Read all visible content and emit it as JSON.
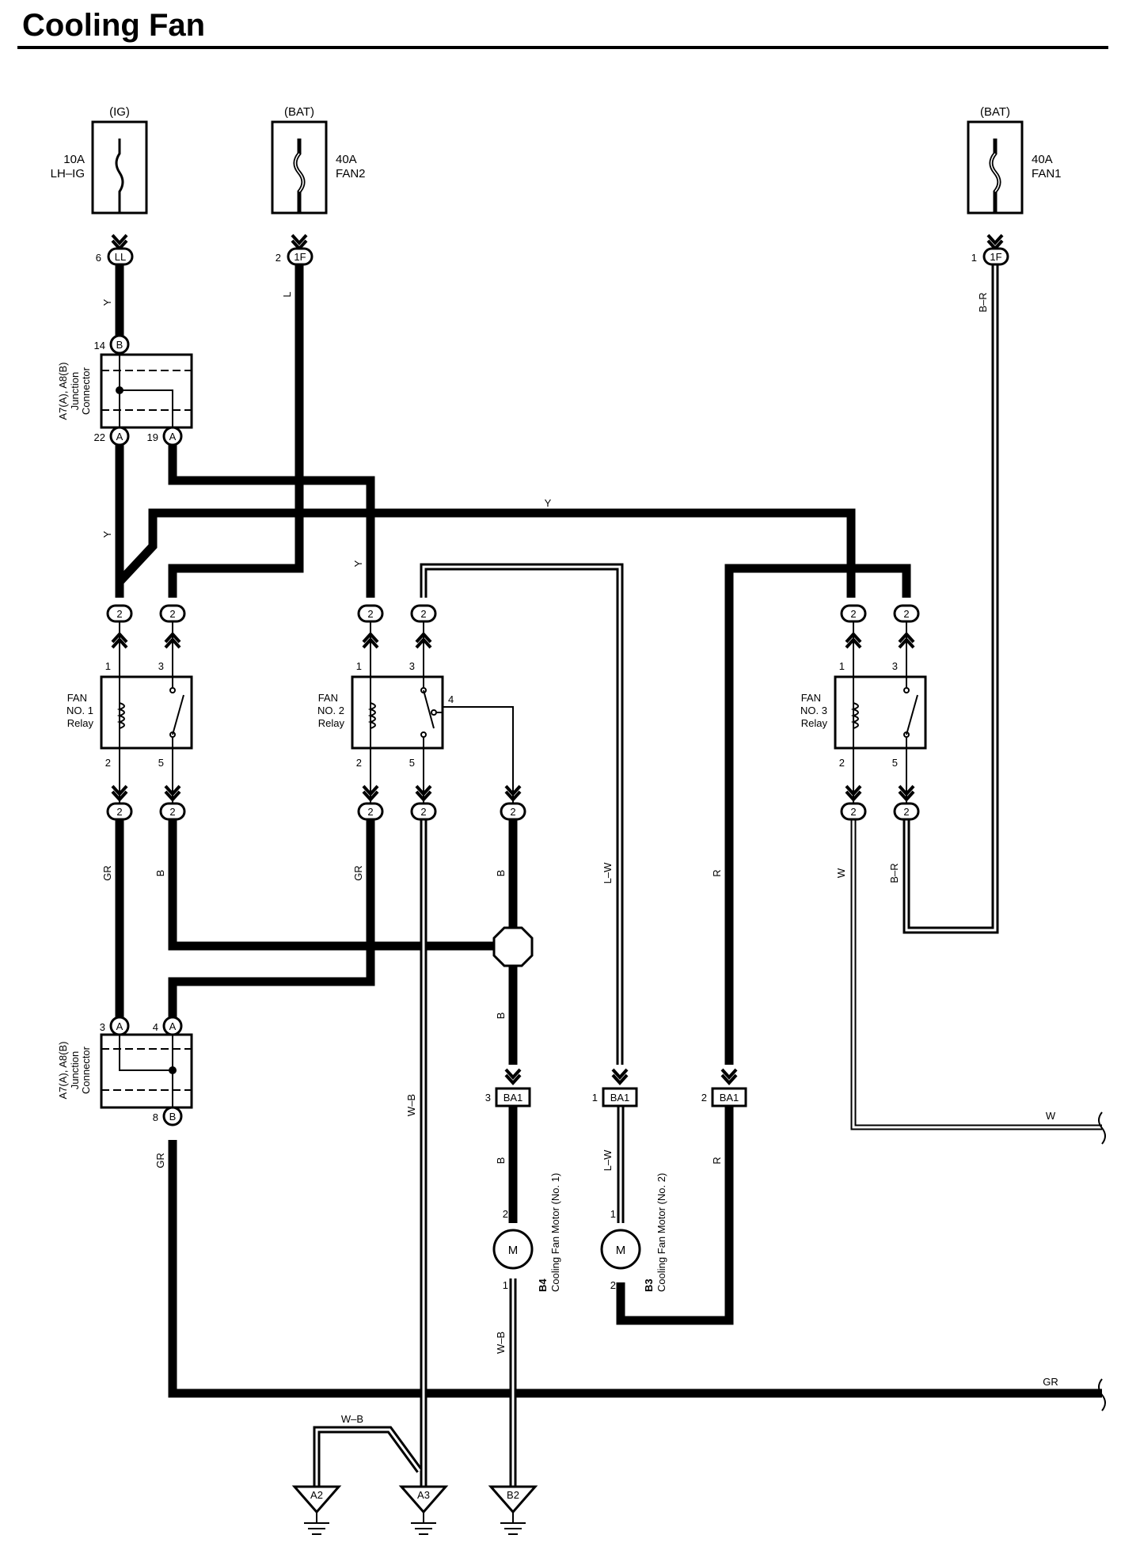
{
  "title": "Cooling Fan",
  "fuses": [
    {
      "source": "(IG)",
      "rating": "10A",
      "name": "LH–IG"
    },
    {
      "source": "(BAT)",
      "rating": "40A",
      "name": "FAN2"
    },
    {
      "source": "(BAT)",
      "rating": "40A",
      "name": "FAN1"
    }
  ],
  "connector_tags": {
    "LL": "LL",
    "F1": "1F",
    "B": "B",
    "A": "A",
    "two": "2",
    "BA1": "BA1"
  },
  "pins": {
    "ll_pin": "6",
    "fan2_pin": "2",
    "fan1_pin": "1",
    "jc_top_b": "14",
    "jc_top_a1": "22",
    "jc_top_a2": "19",
    "jc_bot_a1": "3",
    "jc_bot_a2": "4",
    "jc_bot_b": "8",
    "relay_1": "1",
    "relay_3": "3",
    "relay_2": "2",
    "relay_5": "5",
    "relay_4": "4",
    "ba1_m1": "3",
    "ba1_m2": "1",
    "ba1_r": "2",
    "m1_top": "2",
    "m1_bot": "1",
    "m2_top": "1",
    "m2_bot": "2"
  },
  "junction_connector": {
    "line1": "A7(A), A8(B)",
    "line2": "Junction",
    "line3": "Connector"
  },
  "relays": [
    {
      "line1": "FAN",
      "line2": "NO. 1",
      "line3": "Relay"
    },
    {
      "line1": "FAN",
      "line2": "NO. 2",
      "line3": "Relay"
    },
    {
      "line1": "FAN",
      "line2": "NO. 3",
      "line3": "Relay"
    }
  ],
  "motors": [
    {
      "code": "B4",
      "name": "Cooling Fan Motor (No. 1)",
      "symbol": "M"
    },
    {
      "code": "B3",
      "name": "Cooling Fan Motor (No. 2)",
      "symbol": "M"
    }
  ],
  "grounds": [
    "A2",
    "A3",
    "B2"
  ],
  "wire_colors": {
    "Y": "Y",
    "L": "L",
    "BR": "B–R",
    "GR": "GR",
    "B": "B",
    "LW": "L–W",
    "R": "R",
    "W": "W",
    "WB": "W–B"
  }
}
